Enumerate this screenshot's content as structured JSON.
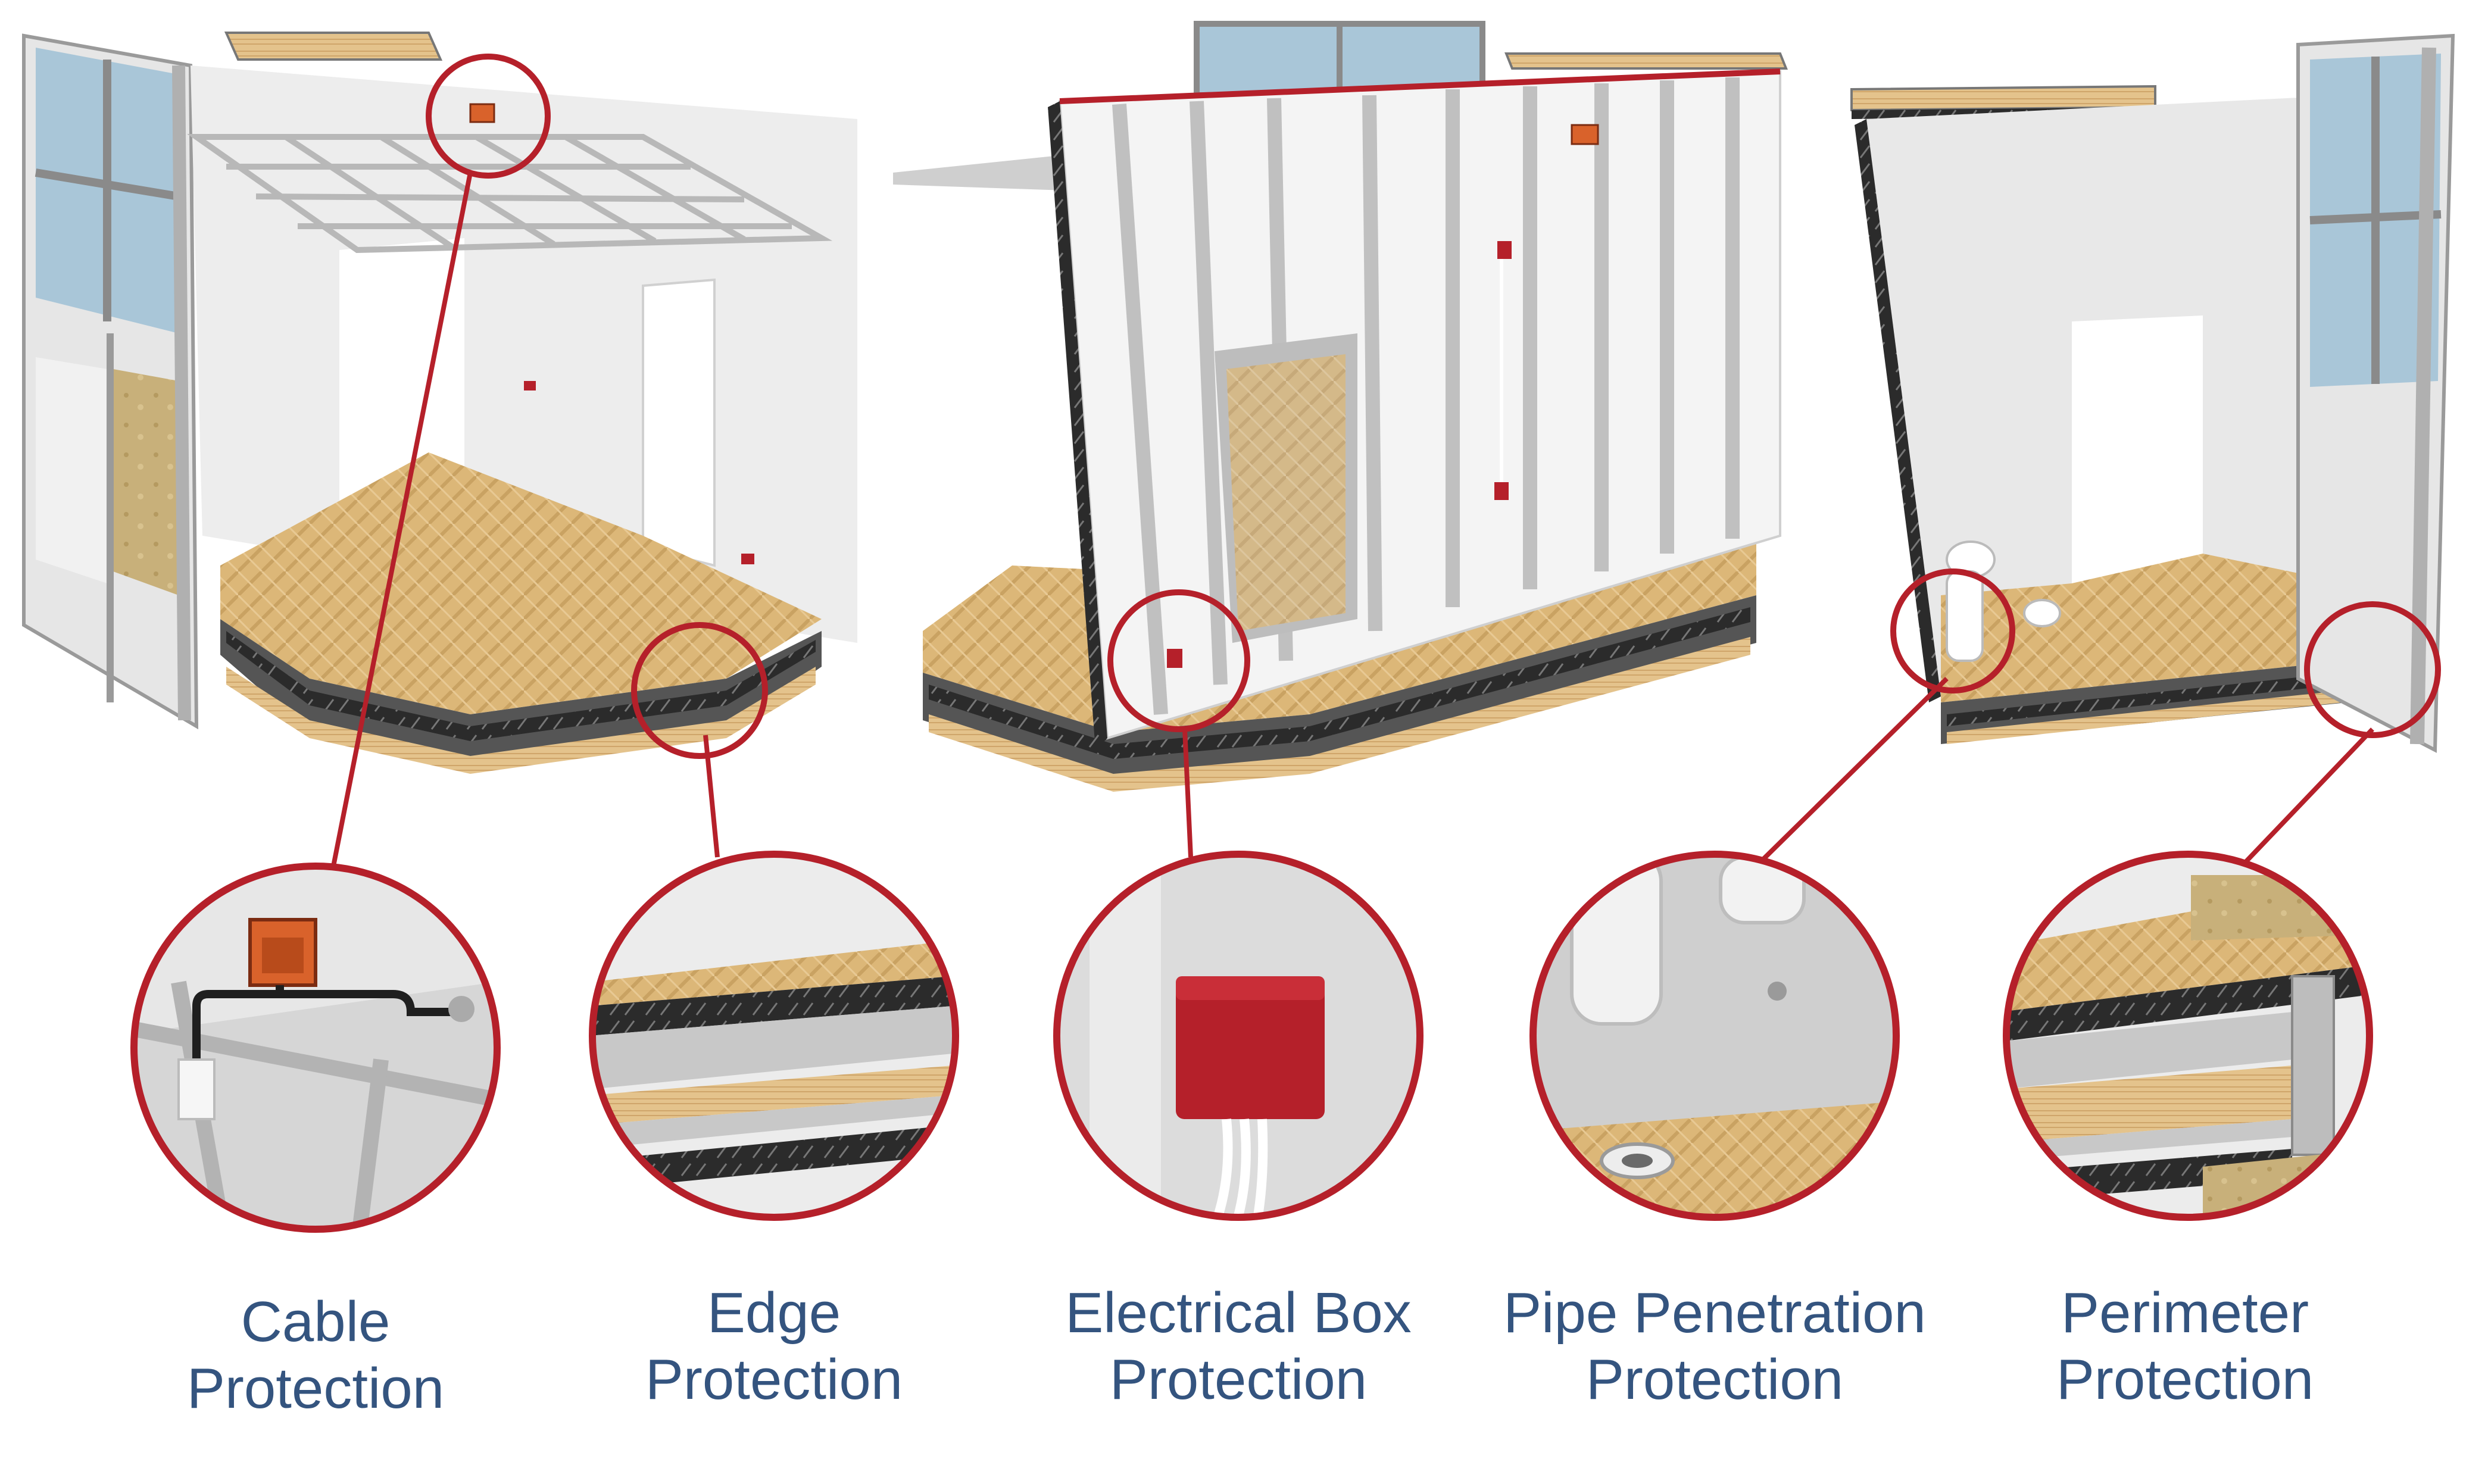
{
  "accent_color": "#b5202a",
  "label_color": "#34547f",
  "callouts": [
    {
      "id": "cable",
      "line1": "Cable",
      "line2": "Protection"
    },
    {
      "id": "edge",
      "line1": "Edge",
      "line2": "Protection"
    },
    {
      "id": "electrical-box",
      "line1": "Electrical Box",
      "line2": "Protection"
    },
    {
      "id": "pipe-penetration",
      "line1": "Pipe Penetration",
      "line2": "Protection"
    },
    {
      "id": "perimeter",
      "line1": "Perimeter",
      "line2": "Protection"
    }
  ]
}
